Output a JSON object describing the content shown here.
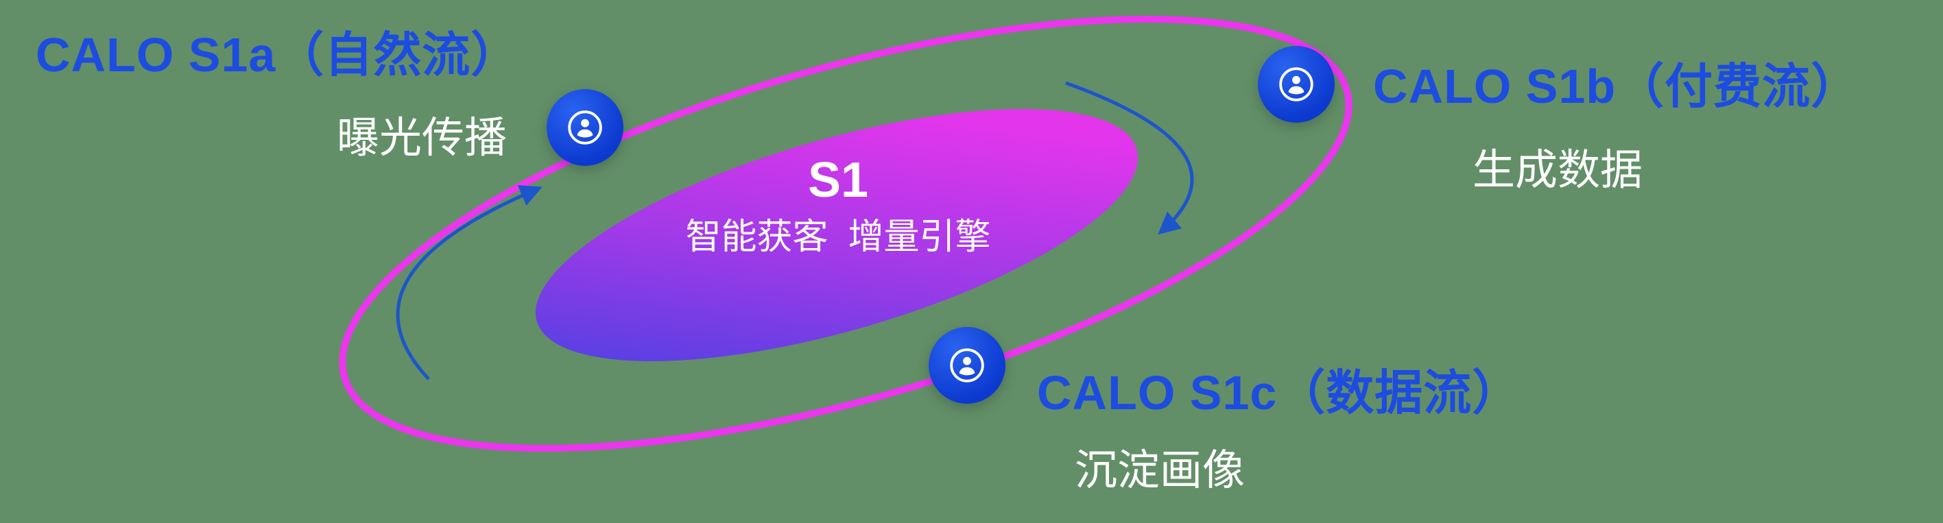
{
  "canvas": {
    "background_color": "#628f67"
  },
  "diagram": {
    "core": {
      "title": "S1",
      "subtitle": "智能获客  增量引擎"
    },
    "nodes": [
      {
        "id": "s1a",
        "title": "CALO S1a（自然流）",
        "subtitle": "曝光传播",
        "icon": "user-icon"
      },
      {
        "id": "s1b",
        "title": "CALO S1b（付费流）",
        "subtitle": "生成数据",
        "icon": "user-icon"
      },
      {
        "id": "s1c",
        "title": "CALO S1c（数据流）",
        "subtitle": "沉淀画像",
        "icon": "user-icon"
      }
    ],
    "colors": {
      "title_blue": "#1d4ce0",
      "subtitle_white": "#ffffff",
      "orbit_ring_pink": "#ec35ee",
      "node_fill_blue": "#0c39cf",
      "core_gradient_start": "#4a41e2",
      "core_gradient_mid": "#a33ae8",
      "core_gradient_end": "#e336ec",
      "arrow_blue": "#1d55cc"
    }
  }
}
